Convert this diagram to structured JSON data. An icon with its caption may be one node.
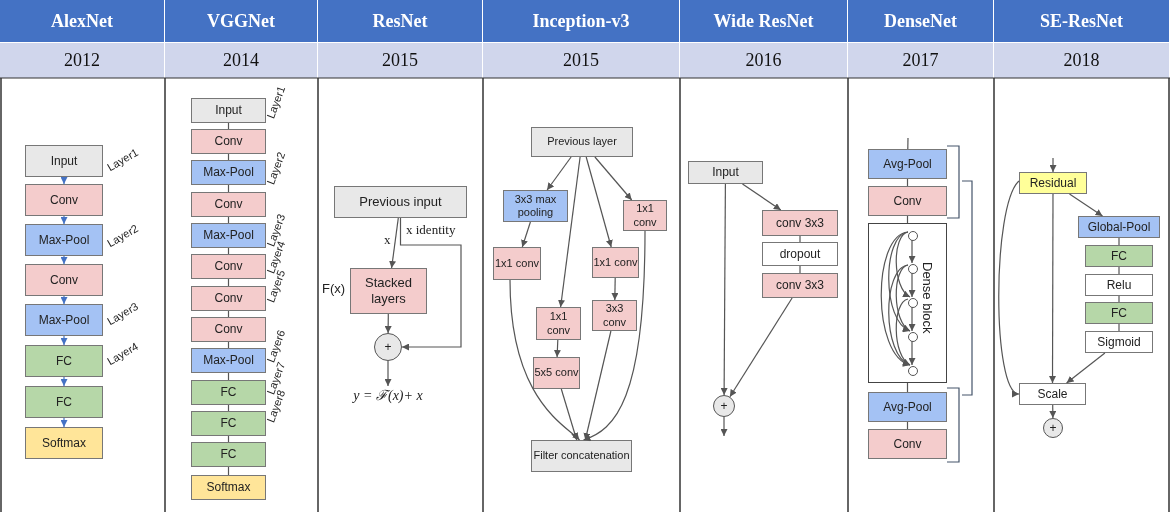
{
  "diagram": {
    "nodes": [
      {
        "text": [
          "Input"
        ]
      },
      {
        "text": [
          "Conv"
        ]
      },
      {
        "text": [
          "Max-Pool"
        ]
      },
      {
        "text": [
          "Conv"
        ]
      },
      {
        "text": [
          "Max-Pool"
        ]
      },
      {
        "text": [
          "FC"
        ]
      },
      {
        "text": [
          "FC"
        ]
      },
      {
        "text": [
          "Softmax"
        ]
      },
      {
        "text": [
          "Input"
        ]
      },
      {
        "text": [
          "Conv"
        ]
      },
      {
        "text": [
          "Max-Pool"
        ]
      },
      {
        "text": [
          "Conv"
        ]
      },
      {
        "text": [
          "Max-Pool"
        ]
      },
      {
        "text": [
          "Conv"
        ]
      },
      {
        "text": [
          "Conv"
        ]
      },
      {
        "text": [
          "Conv"
        ]
      },
      {
        "text": [
          "Max-Pool"
        ]
      },
      {
        "text": [
          "FC"
        ]
      },
      {
        "text": [
          "FC"
        ]
      },
      {
        "text": [
          "FC"
        ]
      },
      {
        "text": [
          "Softmax"
        ]
      },
      {
        "text": [
          "Previous input"
        ]
      },
      {
        "text": [
          "Stacked layers"
        ],
        "beside": [
          "F(x)"
        ]
      },
      {
        "text": [
          "+"
        ]
      },
      {
        "text": [
          "y = ℱ(x)+ x"
        ]
      },
      {
        "text": [
          "Previous layer"
        ]
      },
      {
        "text": [
          "3x3 max pooling"
        ]
      },
      {
        "text": [
          "1x1 conv"
        ]
      },
      {
        "text": [
          "1x1 conv"
        ]
      },
      {
        "text": [
          "1x1 conv"
        ]
      },
      {
        "text": [
          "1x1 conv"
        ]
      },
      {
        "text": [
          "3x3 conv"
        ]
      },
      {
        "text": [
          "5x5 conv"
        ]
      },
      {
        "text": [
          "Filter concatenation"
        ]
      },
      {
        "text": [
          "Input"
        ]
      },
      {
        "text": [
          "conv 3x3"
        ]
      },
      {
        "text": [
          "dropout"
        ]
      },
      {
        "text": [
          "conv 3x3"
        ]
      },
      {
        "text": [
          "+"
        ]
      },
      {
        "text": [
          "Avg-Pool"
        ]
      },
      {
        "text": [
          "Conv"
        ]
      },
      {
        "text": [
          "Dense block"
        ]
      },
      {
        "text": [],
        "shape": "circle",
        "in": 41
      },
      {
        "text": [],
        "shape": "circle",
        "in": 41
      },
      {
        "text": [],
        "shape": "circle",
        "in": 41
      },
      {
        "text": [],
        "shape": "circle",
        "in": 41
      },
      {
        "text": [],
        "shape": "circle",
        "in": 41
      },
      {
        "text": [
          "Avg-Pool"
        ]
      },
      {
        "text": [
          "Conv"
        ]
      },
      {
        "text": [
          "Residual"
        ]
      },
      {
        "text": [
          "Global-Pool"
        ]
      },
      {
        "text": [
          "FC"
        ]
      },
      {
        "text": [
          "Relu"
        ]
      },
      {
        "text": [
          "FC"
        ]
      },
      {
        "text": [
          "Sigmoid"
        ]
      },
      {
        "text": [
          "Scale"
        ]
      },
      {
        "text": [
          "+"
        ]
      }
    ],
    "edges": [
      {
        "from": 0,
        "to": 1,
        "arrow": "to",
        "color": "#4472c4"
      },
      {
        "from": 1,
        "to": 2,
        "arrow": "to",
        "color": "#4472c4"
      },
      {
        "from": 2,
        "to": 3,
        "arrow": "to",
        "color": "#4472c4"
      },
      {
        "from": 3,
        "to": 4,
        "arrow": "to",
        "color": "#4472c4"
      },
      {
        "from": 4,
        "to": 5,
        "arrow": "to",
        "color": "#4472c4"
      },
      {
        "from": 5,
        "to": 6,
        "arrow": "to",
        "color": "#4472c4"
      },
      {
        "from": 6,
        "to": 7,
        "arrow": "to",
        "color": "#4472c4"
      },
      {
        "from": 8,
        "to": 9,
        "arrow": "none"
      },
      {
        "from": 9,
        "to": 10,
        "arrow": "none"
      },
      {
        "from": 10,
        "to": 11,
        "arrow": "none"
      },
      {
        "from": 11,
        "to": 12,
        "arrow": "none"
      },
      {
        "from": 12,
        "to": 13,
        "arrow": "none"
      },
      {
        "from": 13,
        "to": 14,
        "arrow": "none"
      },
      {
        "from": 14,
        "to": 15,
        "arrow": "none"
      },
      {
        "from": 15,
        "to": 16,
        "arrow": "none"
      },
      {
        "from": 16,
        "to": 17,
        "arrow": "none"
      },
      {
        "from": 17,
        "to": 18,
        "arrow": "none"
      },
      {
        "from": 18,
        "to": 19,
        "arrow": "none"
      },
      {
        "from": 19,
        "to": 20,
        "arrow": "none"
      },
      {
        "from": 21,
        "to": 22,
        "arrow": "to",
        "label": "x"
      },
      {
        "from": 21,
        "to": 23,
        "arrow": "to",
        "label": "x identity"
      },
      {
        "from": 22,
        "to": 23,
        "arrow": "to"
      },
      {
        "from": 23,
        "to": 24,
        "arrow": "to"
      },
      {
        "from": 25,
        "to": 26,
        "arrow": "to"
      },
      {
        "from": 25,
        "to": 30,
        "arrow": "to"
      },
      {
        "from": 25,
        "to": 29,
        "arrow": "to"
      },
      {
        "from": 25,
        "to": 27,
        "arrow": "to"
      },
      {
        "from": 26,
        "to": 28,
        "arrow": "to"
      },
      {
        "from": 29,
        "to": 31,
        "arrow": "to"
      },
      {
        "from": 30,
        "to": 32,
        "arrow": "to"
      },
      {
        "from": 28,
        "to": 33,
        "arrow": "to"
      },
      {
        "from": 32,
        "to": 33,
        "arrow": "to"
      },
      {
        "from": 31,
        "to": 33,
        "arrow": "to"
      },
      {
        "from": 27,
        "to": 33,
        "arrow": "to"
      },
      {
        "from": 34,
        "to": 35,
        "arrow": "to"
      },
      {
        "from": 35,
        "to": 36,
        "arrow": "none"
      },
      {
        "from": 36,
        "to": 37,
        "arrow": "none"
      },
      {
        "from": 37,
        "to": 38,
        "arrow": "to"
      },
      {
        "from": 34,
        "to": 38,
        "arrow": "to"
      },
      {
        "from": 38,
        "to": null,
        "arrow": "to"
      },
      {
        "from": null,
        "to": 39,
        "arrow": "none"
      },
      {
        "from": 39,
        "to": 40,
        "arrow": "none"
      },
      {
        "from": 40,
        "to": 41,
        "arrow": "none"
      },
      {
        "from": 41,
        "to": 47,
        "arrow": "none"
      },
      {
        "from": 47,
        "to": 48,
        "arrow": "none"
      },
      {
        "from": 42,
        "to": 43,
        "arrow": "to"
      },
      {
        "from": 42,
        "to": 44,
        "arrow": "to"
      },
      {
        "from": 42,
        "to": 45,
        "arrow": "to"
      },
      {
        "from": 42,
        "to": 46,
        "arrow": "to"
      },
      {
        "from": 43,
        "to": 44,
        "arrow": "to"
      },
      {
        "from": 43,
        "to": 45,
        "arrow": "to"
      },
      {
        "from": 43,
        "to": 46,
        "arrow": "to"
      },
      {
        "from": 44,
        "to": 45,
        "arrow": "to"
      },
      {
        "from": 44,
        "to": 46,
        "arrow": "to"
      },
      {
        "from": 45,
        "to": 46,
        "arrow": "to"
      },
      {
        "from": null,
        "to": 49,
        "arrow": "to"
      },
      {
        "from": 49,
        "to": 50,
        "arrow": "to"
      },
      {
        "from": 50,
        "to": 51,
        "arrow": "none"
      },
      {
        "from": 51,
        "to": 52,
        "arrow": "none"
      },
      {
        "from": 52,
        "to": 53,
        "arrow": "none"
      },
      {
        "from": 53,
        "to": 54,
        "arrow": "none"
      },
      {
        "from": 54,
        "to": 55,
        "arrow": "to"
      },
      {
        "from": 49,
        "to": 55,
        "arrow": "to"
      },
      {
        "from": 49,
        "to": 55,
        "arrow": "to"
      },
      {
        "from": 55,
        "to": 56,
        "arrow": "to"
      }
    ],
    "labels": [
      "AlexNet",
      "VGGNet",
      "ResNet",
      "Inception-v3",
      "Wide ResNet",
      "DenseNet",
      "SE-ResNet",
      "2012",
      "2014",
      "2015",
      "2015",
      "2016",
      "2017",
      "2018",
      "Layer1",
      "Layer2",
      "Layer3",
      "Layer4",
      "Layer1",
      "Layer2",
      "Layer3",
      "Layer4",
      "Layer5",
      "Layer6",
      "Layer7",
      "Layer8"
    ]
  }
}
